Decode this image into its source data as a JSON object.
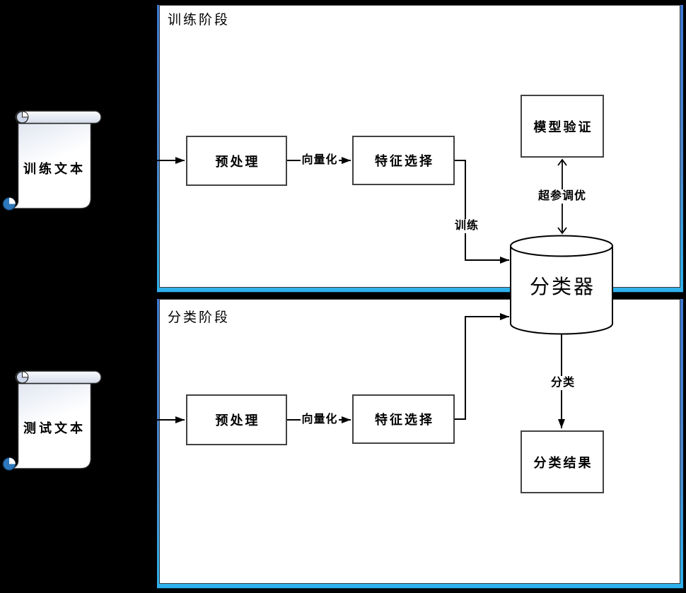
{
  "diagram": {
    "background_color": "#000000",
    "accent_border_color": "#4a86cc",
    "accent_border_highlight": "#2fb2ec",
    "scroll_curl_color": "#2d78bc",
    "phases": {
      "train": {
        "title": "训练阶段"
      },
      "classify": {
        "title": "分类阶段"
      }
    },
    "nodes": {
      "train_text": {
        "label": "训练文本",
        "shape": "scroll"
      },
      "test_text": {
        "label": "测试文本",
        "shape": "scroll"
      },
      "preprocess_train": {
        "label": "预处理",
        "shape": "rect"
      },
      "feature_select_train": {
        "label": "特征选择",
        "shape": "rect"
      },
      "model_validation": {
        "label": "模型验证",
        "shape": "rect"
      },
      "classifier": {
        "label": "分类器",
        "shape": "cylinder"
      },
      "preprocess_classify": {
        "label": "预处理",
        "shape": "rect"
      },
      "feature_select_classify": {
        "label": "特征选择",
        "shape": "rect"
      },
      "classify_result": {
        "label": "分类结果",
        "shape": "rect"
      }
    },
    "edge_labels": {
      "vectorize_train": "向量化",
      "train": "训练",
      "hyperparameter_tuning": "超参调优",
      "vectorize_classify": "向量化",
      "classify": "分类"
    }
  }
}
